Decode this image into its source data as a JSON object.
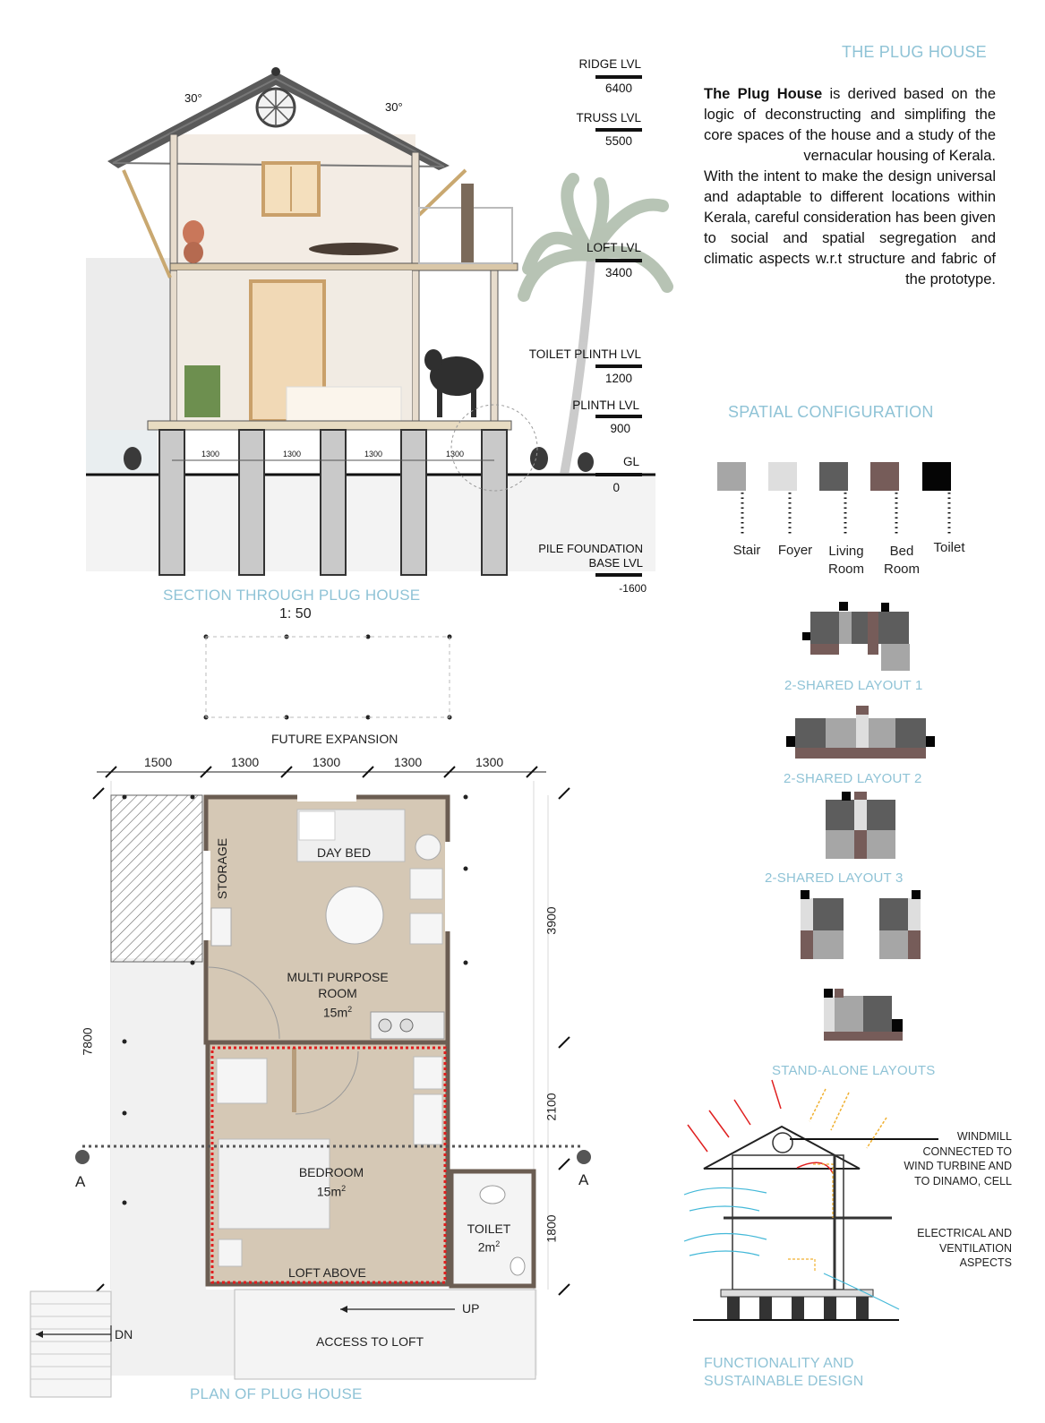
{
  "title": "THE PLUG HOUSE",
  "intro": {
    "bold": "The Plug House",
    "p1": " is derived based on the logic of deconstructing and simplifing the core spaces of the house and a study of the vernacular housing of Kerala.",
    "p2": "With the intent to make the design universal and adaptable to different locations within Kerala, careful consideration has been given to social and spatial segregation and climatic aspects w.r.t structure and fabric of the prototype."
  },
  "section": {
    "caption": "SECTION THROUGH PLUG HOUSE",
    "scale": "1: 50",
    "roof_angle_left": "30°",
    "roof_angle_right": "30°",
    "pile_spacing": [
      "1300",
      "1300",
      "1300",
      "1300"
    ],
    "levels": [
      {
        "name": "RIDGE LVL",
        "value": "6400"
      },
      {
        "name": "TRUSS LVL",
        "value": "5500"
      },
      {
        "name": "LOFT LVL",
        "value": "3400"
      },
      {
        "name": "TOILET PLINTH LVL",
        "value": "1200"
      },
      {
        "name": "PLINTH LVL",
        "value": "900"
      },
      {
        "name": "GL",
        "value": "0"
      }
    ],
    "foundation": {
      "line1": "PILE FOUNDATION",
      "line2": "BASE LVL",
      "value": "-1600"
    }
  },
  "spatial": {
    "title": "SPATIAL CONFIGURATION",
    "legend": [
      {
        "label": "Stair",
        "color": "#a6a6a6"
      },
      {
        "label": "Foyer",
        "color": "#dedede"
      },
      {
        "label": "Living Room",
        "color": "#5d5d5d"
      },
      {
        "label": "Bed Room",
        "color": "#765c59"
      },
      {
        "label": "Toilet",
        "color": "#050505"
      }
    ],
    "layouts": [
      "2-SHARED LAYOUT 1",
      "2-SHARED LAYOUT 2",
      "2-SHARED LAYOUT 3",
      "STAND-ALONE LAYOUTS"
    ]
  },
  "plan": {
    "caption": "PLAN OF PLUG HOUSE",
    "future_expansion": "FUTURE EXPANSION",
    "top_dims": [
      "1500",
      "1300",
      "1300",
      "1300",
      "1300"
    ],
    "right_dims": [
      "3900",
      "2100",
      "1800"
    ],
    "left_dim": "7800",
    "section_marker": "A",
    "rooms": {
      "day_bed": "DAY BED",
      "storage": "STORAGE",
      "multi_line1": "MULTI PURPOSE",
      "multi_line2": "ROOM",
      "multi_area": "15m",
      "bedroom": "BEDROOM",
      "bedroom_area": "15m",
      "toilet": "TOILET",
      "toilet_area": "2m",
      "loft_above": "LOFT ABOVE",
      "sup": "2"
    },
    "up": "UP",
    "dn": "DN",
    "access": "ACCESS TO LOFT"
  },
  "sustain": {
    "windmill": [
      "WINDMILL",
      "CONNECTED TO",
      "WIND TURBINE AND",
      "TO DINAMO, CELL"
    ],
    "electrical": [
      "ELECTRICAL AND",
      "VENTILATION",
      "ASPECTS"
    ],
    "caption1": "FUNCTIONALITY AND",
    "caption2": "SUSTAINABLE DESIGN"
  }
}
